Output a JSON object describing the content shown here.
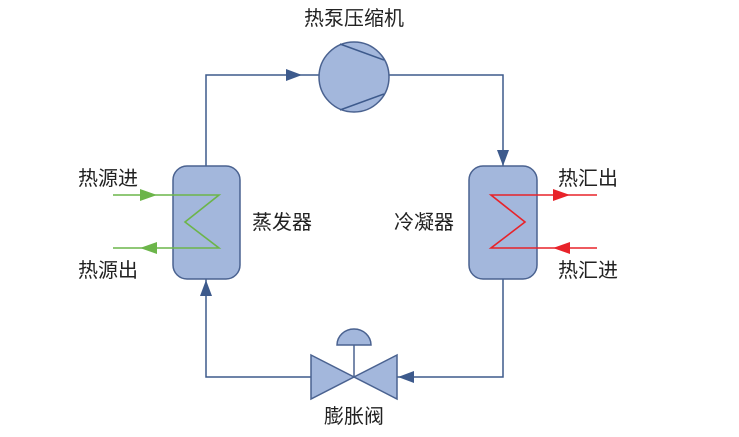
{
  "labels": {
    "compressor": "热泵压缩机",
    "evaporator": "蒸发器",
    "condenser": "冷凝器",
    "expansion_valve": "膨胀阀",
    "heat_source_in": "热源进",
    "heat_source_out": "热源出",
    "heat_sink_out": "热汇出",
    "heat_sink_in": "热汇进"
  },
  "colors": {
    "pipe": "#3d5a8c",
    "component_fill": "#a3b7dc",
    "component_stroke": "#4a6290",
    "source_line": "#6cb54a",
    "sink_line": "#e8232a"
  }
}
